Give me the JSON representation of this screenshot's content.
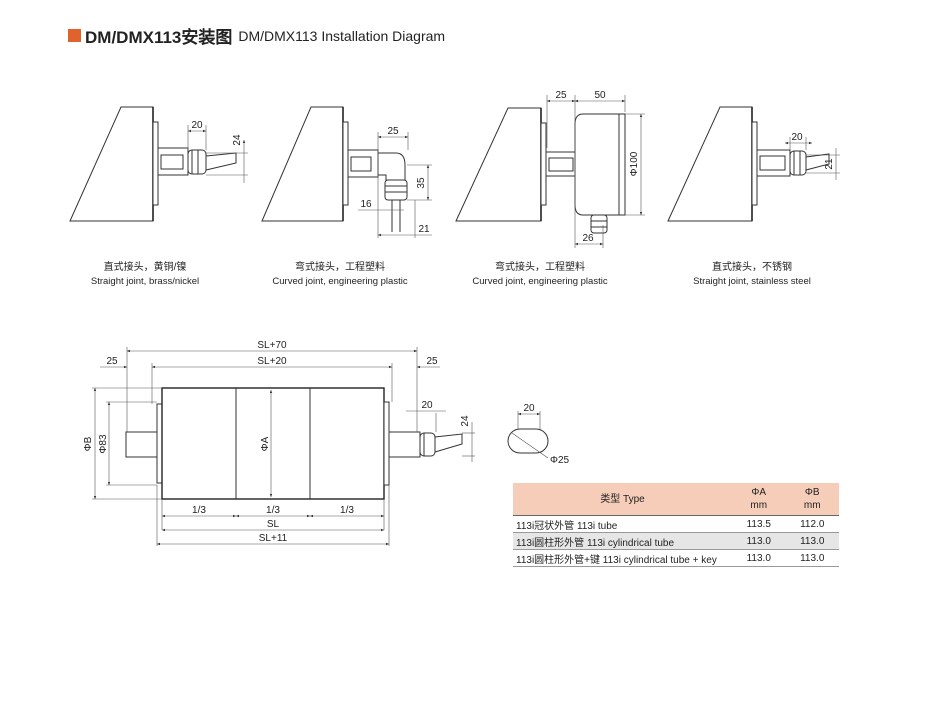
{
  "header": {
    "title_cn": "DM/DMX113安装图",
    "title_en": "DM/DMX113 Installation Diagram",
    "accent": "#e0622d"
  },
  "joints": [
    {
      "cn": "直式接头，黄铜/镍",
      "en": "Straight joint, brass/nickel",
      "dims": [
        "20",
        "24"
      ]
    },
    {
      "cn": "弯式接头，工程塑料",
      "en": "Curved joint, engineering plastic",
      "dims": [
        "25",
        "35",
        "16",
        "21"
      ]
    },
    {
      "cn": "弯式接头，工程塑料",
      "en": "Curved joint, engineering plastic",
      "dims": [
        "25",
        "50",
        "Φ100",
        "26"
      ]
    },
    {
      "cn": "直式接头，不锈钢",
      "en": "Straight joint, stainless steel",
      "dims": [
        "20",
        "21"
      ]
    }
  ],
  "roller": {
    "sl70": "SL+70",
    "sl20": "SL+20",
    "left25": "25",
    "right25": "25",
    "phiB": "ΦB",
    "phi83": "Φ83",
    "phiA": "ΦA",
    "d20": "20",
    "d24": "24",
    "third": "1/3",
    "sl": "SL",
    "sl11": "SL+11"
  },
  "section": {
    "width": "20",
    "dia": "Φ25"
  },
  "table": {
    "headers": {
      "type": "类型 Type",
      "a": "ΦA",
      "a_unit": "mm",
      "b": "ΦB",
      "b_unit": "mm"
    },
    "rows": [
      {
        "type": "113i冠状外管 113i tube",
        "a": "113.5",
        "b": "112.0"
      },
      {
        "type": "113i圆柱形外管 113i cylindrical tube",
        "a": "113.0",
        "b": "113.0"
      },
      {
        "type": "113i圆柱形外管+键 113i cylindrical tube + key",
        "a": "113.0",
        "b": "113.0"
      }
    ],
    "header_color": "#f6cdb9"
  }
}
